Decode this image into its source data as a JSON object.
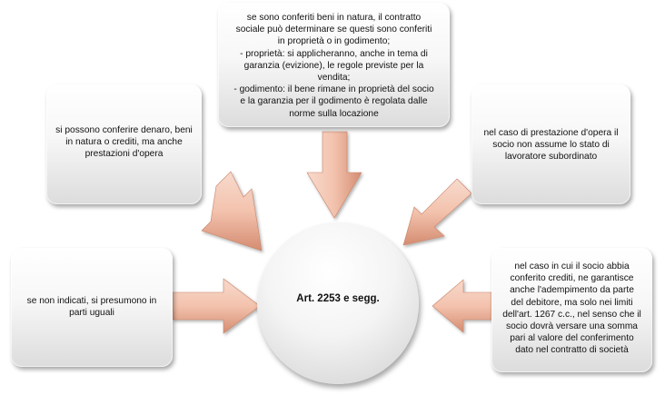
{
  "center": {
    "label": "Art. 2253  e segg."
  },
  "boxes": {
    "top": "se sono conferiti beni in natura, il contratto\nsociale può determinare se questi sono conferiti\nin proprietà o in godimento;\n- proprietà: si applicheranno, anche in tema di\ngaranzia (evizione), le regole previste per la\nvendita;\n- godimento: il bene rimane in proprietà del socio\ne la garanzia per il godimento è regolata dalle\nnorme sulla locazione",
    "upper_left": "si possono conferire denaro, beni\nin natura o crediti, ma anche\nprestazioni d'opera",
    "upper_right": "nel caso di prestazione d'opera il\nsocio non assume lo stato di\nlavoratore subordinato",
    "lower_left": "se non indicati, si presumono in\nparti uguali",
    "lower_right": "nel caso in cui il socio abbia\nconferito crediti, ne garantisce\nanche l'adempimento da parte\ndel debitore, ma solo nei limiti\ndell'art. 1267 c.c., nel senso che il\nsocio dovrà versare una somma\npari al valore del conferimento\ndato nel contratto di società"
  },
  "colors": {
    "arrow_light": "#f6d3c4",
    "arrow_dark": "#d9957a",
    "arrow_edge": "#c98468"
  }
}
